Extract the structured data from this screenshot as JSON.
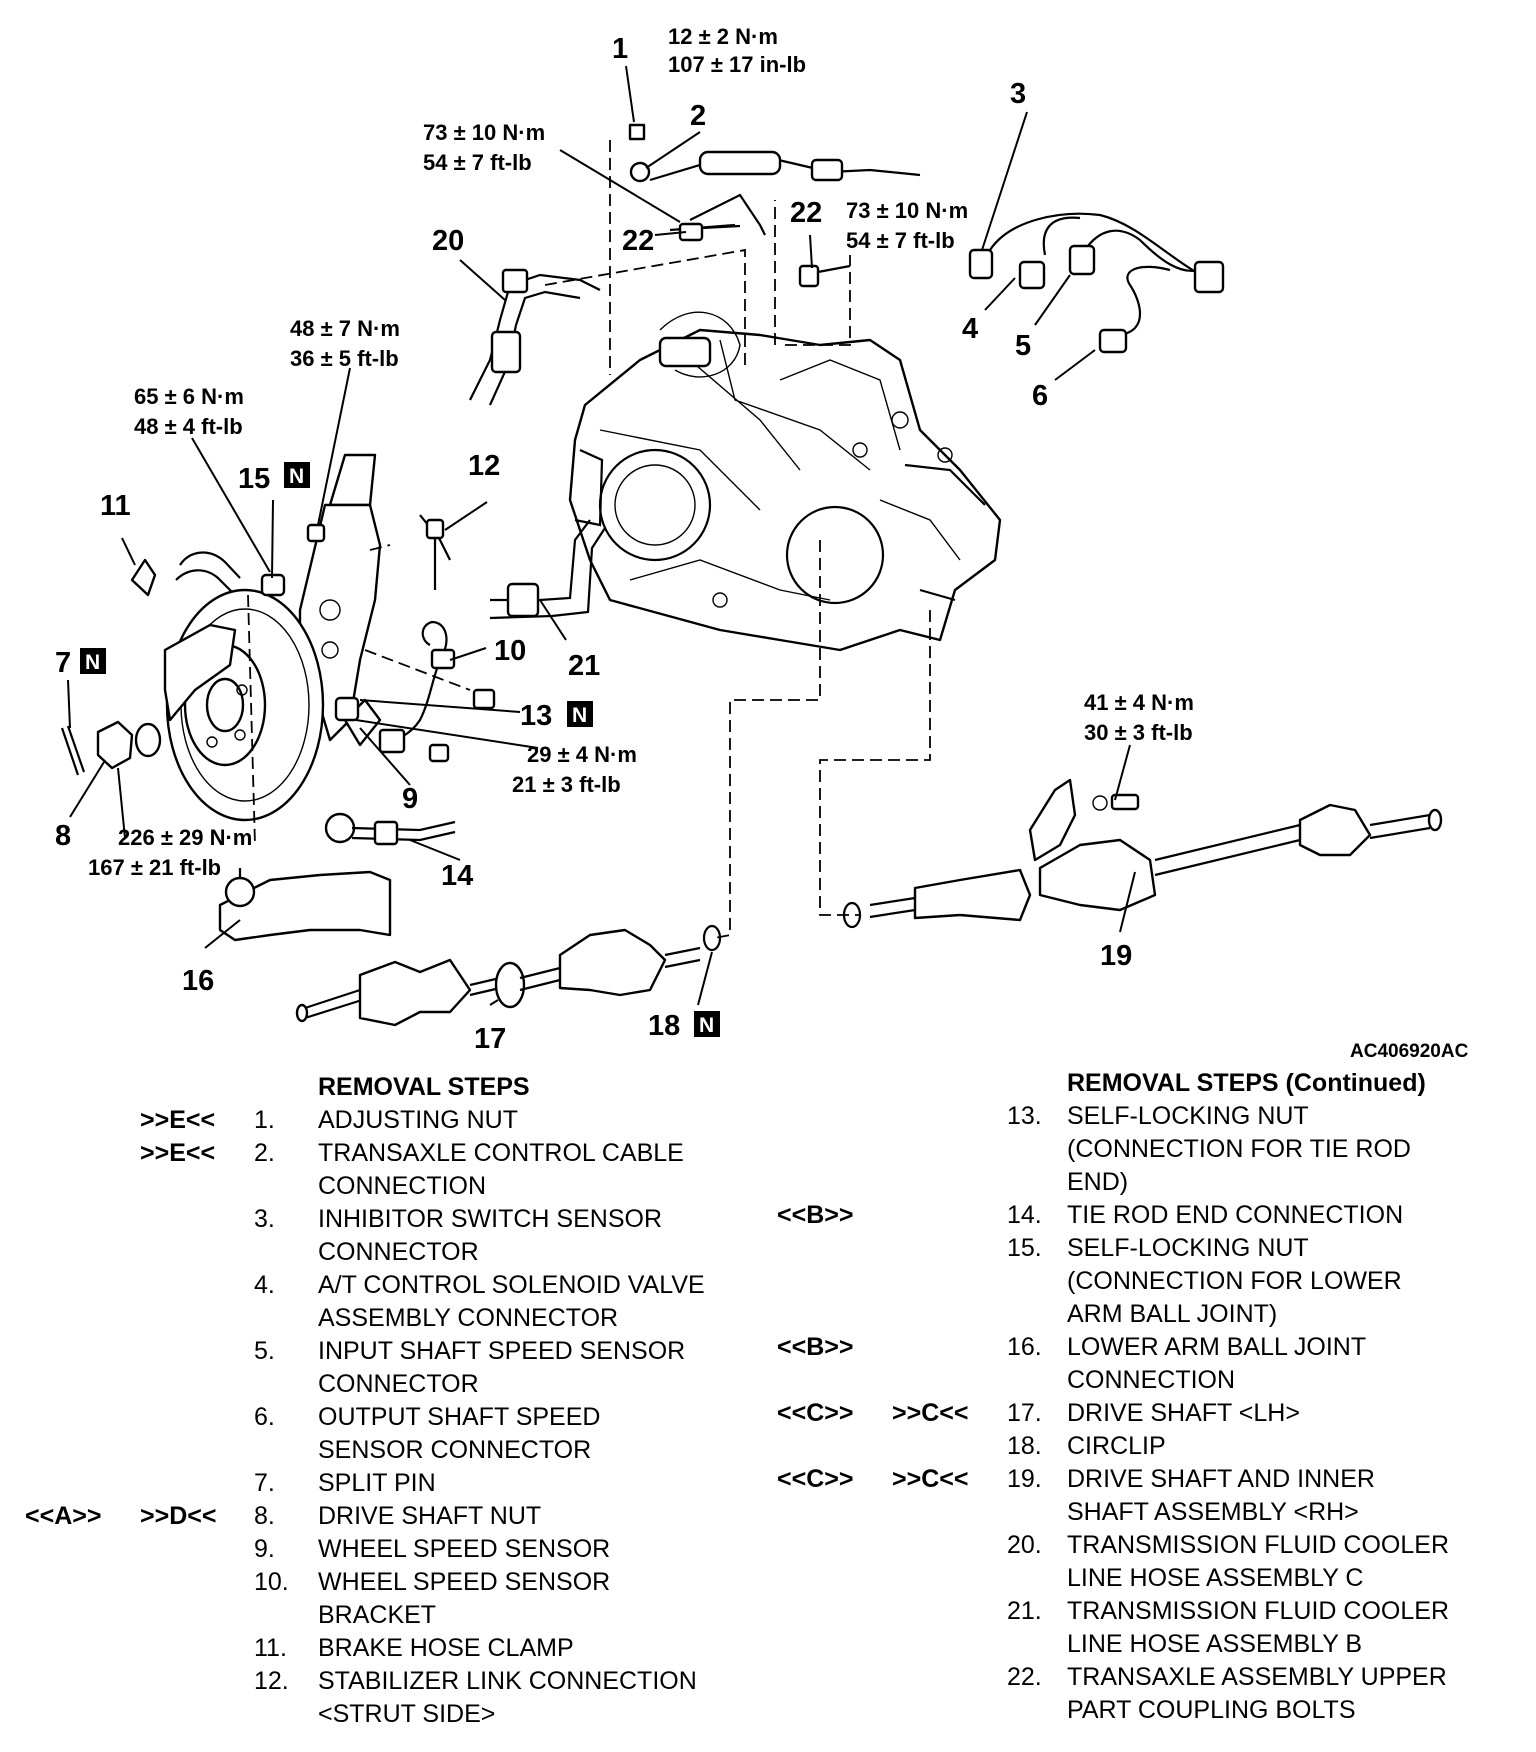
{
  "figure_code": "AC406920AC",
  "callouts": {
    "c1": "1",
    "c2": "2",
    "c3": "3",
    "c4": "4",
    "c5": "5",
    "c6": "6",
    "c7": "7",
    "c8": "8",
    "c9": "9",
    "c10": "10",
    "c11": "11",
    "c12": "12",
    "c13": "13",
    "c14": "14",
    "c15": "15",
    "c16": "16",
    "c17": "17",
    "c18": "18",
    "c19": "19",
    "c20": "20",
    "c21": "21",
    "c22a": "22",
    "c22b": "22"
  },
  "new_part_mark": "N",
  "torques": {
    "t1": {
      "nm": "12 ± 2 N·m",
      "imp": "107 ± 17 in-lb"
    },
    "t22a": {
      "nm": "73 ± 10 N·m",
      "imp": "54 ± 7 ft-lb"
    },
    "t22b": {
      "nm": "73 ± 10 N·m",
      "imp": "54 ± 7 ft-lb"
    },
    "t12": {
      "nm": "48 ± 7 N·m",
      "imp": "36 ± 5 ft-lb"
    },
    "t15": {
      "nm": "65 ± 6 N·m",
      "imp": "48 ± 4 ft-lb"
    },
    "t13": {
      "nm": "29 ± 4 N·m",
      "imp": "21 ± 3 ft-lb"
    },
    "t8": {
      "nm": "226 ± 29 N·m",
      "imp": "167 ± 21 ft-lb"
    },
    "t19": {
      "nm": "41 ± 4 N·m",
      "imp": "30 ± 3 ft-lb"
    }
  },
  "removal_steps": {
    "title": "REMOVAL STEPS",
    "title_continued": "REMOVAL STEPS (Continued)",
    "left": [
      {
        "c1": "",
        "c2": ">>E<<",
        "num": "1.",
        "lines": [
          "ADJUSTING NUT"
        ]
      },
      {
        "c1": "",
        "c2": ">>E<<",
        "num": "2.",
        "lines": [
          "TRANSAXLE CONTROL CABLE",
          "CONNECTION"
        ]
      },
      {
        "c1": "",
        "c2": "",
        "num": "3.",
        "lines": [
          "INHIBITOR SWITCH SENSOR",
          "CONNECTOR"
        ]
      },
      {
        "c1": "",
        "c2": "",
        "num": "4.",
        "lines": [
          "A/T CONTROL SOLENOID VALVE",
          "ASSEMBLY CONNECTOR"
        ]
      },
      {
        "c1": "",
        "c2": "",
        "num": "5.",
        "lines": [
          "INPUT SHAFT SPEED SENSOR",
          "CONNECTOR"
        ]
      },
      {
        "c1": "",
        "c2": "",
        "num": "6.",
        "lines": [
          "OUTPUT SHAFT SPEED",
          "SENSOR CONNECTOR"
        ]
      },
      {
        "c1": "",
        "c2": "",
        "num": "7.",
        "lines": [
          "SPLIT PIN"
        ]
      },
      {
        "c1": "<<A>>",
        "c2": ">>D<<",
        "num": "8.",
        "lines": [
          "DRIVE SHAFT NUT"
        ]
      },
      {
        "c1": "",
        "c2": "",
        "num": "9.",
        "lines": [
          "WHEEL SPEED SENSOR"
        ]
      },
      {
        "c1": "",
        "c2": "",
        "num": "10.",
        "lines": [
          "WHEEL SPEED SENSOR",
          "BRACKET"
        ]
      },
      {
        "c1": "",
        "c2": "",
        "num": "11.",
        "lines": [
          "BRAKE HOSE CLAMP"
        ]
      },
      {
        "c1": "",
        "c2": "",
        "num": "12.",
        "lines": [
          "STABILIZER LINK CONNECTION",
          "<STRUT SIDE>"
        ]
      }
    ],
    "right": [
      {
        "c1": "",
        "c2": "",
        "num": "13.",
        "lines": [
          "SELF-LOCKING NUT",
          "(CONNECTION FOR TIE ROD",
          "END)"
        ]
      },
      {
        "c1": "<<B>>",
        "c2": "",
        "num": "14.",
        "lines": [
          "TIE ROD END CONNECTION"
        ]
      },
      {
        "c1": "",
        "c2": "",
        "num": "15.",
        "lines": [
          "SELF-LOCKING NUT",
          "(CONNECTION FOR LOWER",
          "ARM BALL JOINT)"
        ]
      },
      {
        "c1": "<<B>>",
        "c2": "",
        "num": "16.",
        "lines": [
          "LOWER ARM BALL JOINT",
          "CONNECTION"
        ]
      },
      {
        "c1": "<<C>>",
        "c2": ">>C<<",
        "num": "17.",
        "lines": [
          "DRIVE SHAFT <LH>"
        ]
      },
      {
        "c1": "",
        "c2": "",
        "num": "18.",
        "lines": [
          "CIRCLIP"
        ]
      },
      {
        "c1": "<<C>>",
        "c2": ">>C<<",
        "num": "19.",
        "lines": [
          "DRIVE SHAFT AND INNER",
          "SHAFT ASSEMBLY <RH>"
        ]
      },
      {
        "c1": "",
        "c2": "",
        "num": "20.",
        "lines": [
          "TRANSMISSION FLUID COOLER",
          "LINE HOSE ASSEMBLY C"
        ]
      },
      {
        "c1": "",
        "c2": "",
        "num": "21.",
        "lines": [
          "TRANSMISSION FLUID COOLER",
          "LINE HOSE ASSEMBLY B"
        ]
      },
      {
        "c1": "",
        "c2": "",
        "num": "22.",
        "lines": [
          "TRANSAXLE ASSEMBLY UPPER",
          "PART COUPLING BOLTS"
        ]
      }
    ]
  }
}
